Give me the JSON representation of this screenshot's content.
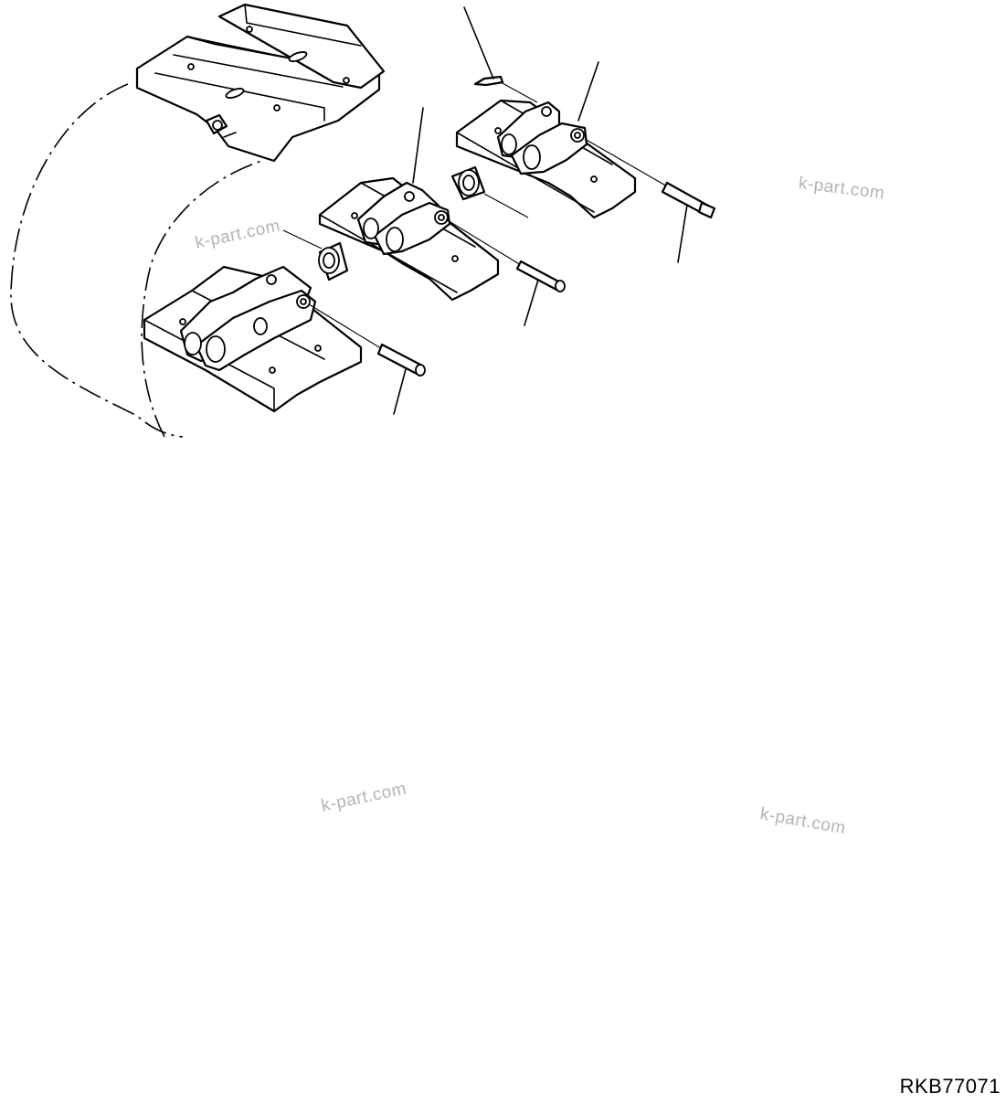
{
  "watermarks": [
    "k-part.com",
    "k-part.com",
    "k-part.com",
    "k-part.com"
  ],
  "drawing_code": "RKB77071",
  "colors": {
    "ink": "#000000",
    "watermark": "#b4b4b4",
    "background": "#ffffff"
  }
}
